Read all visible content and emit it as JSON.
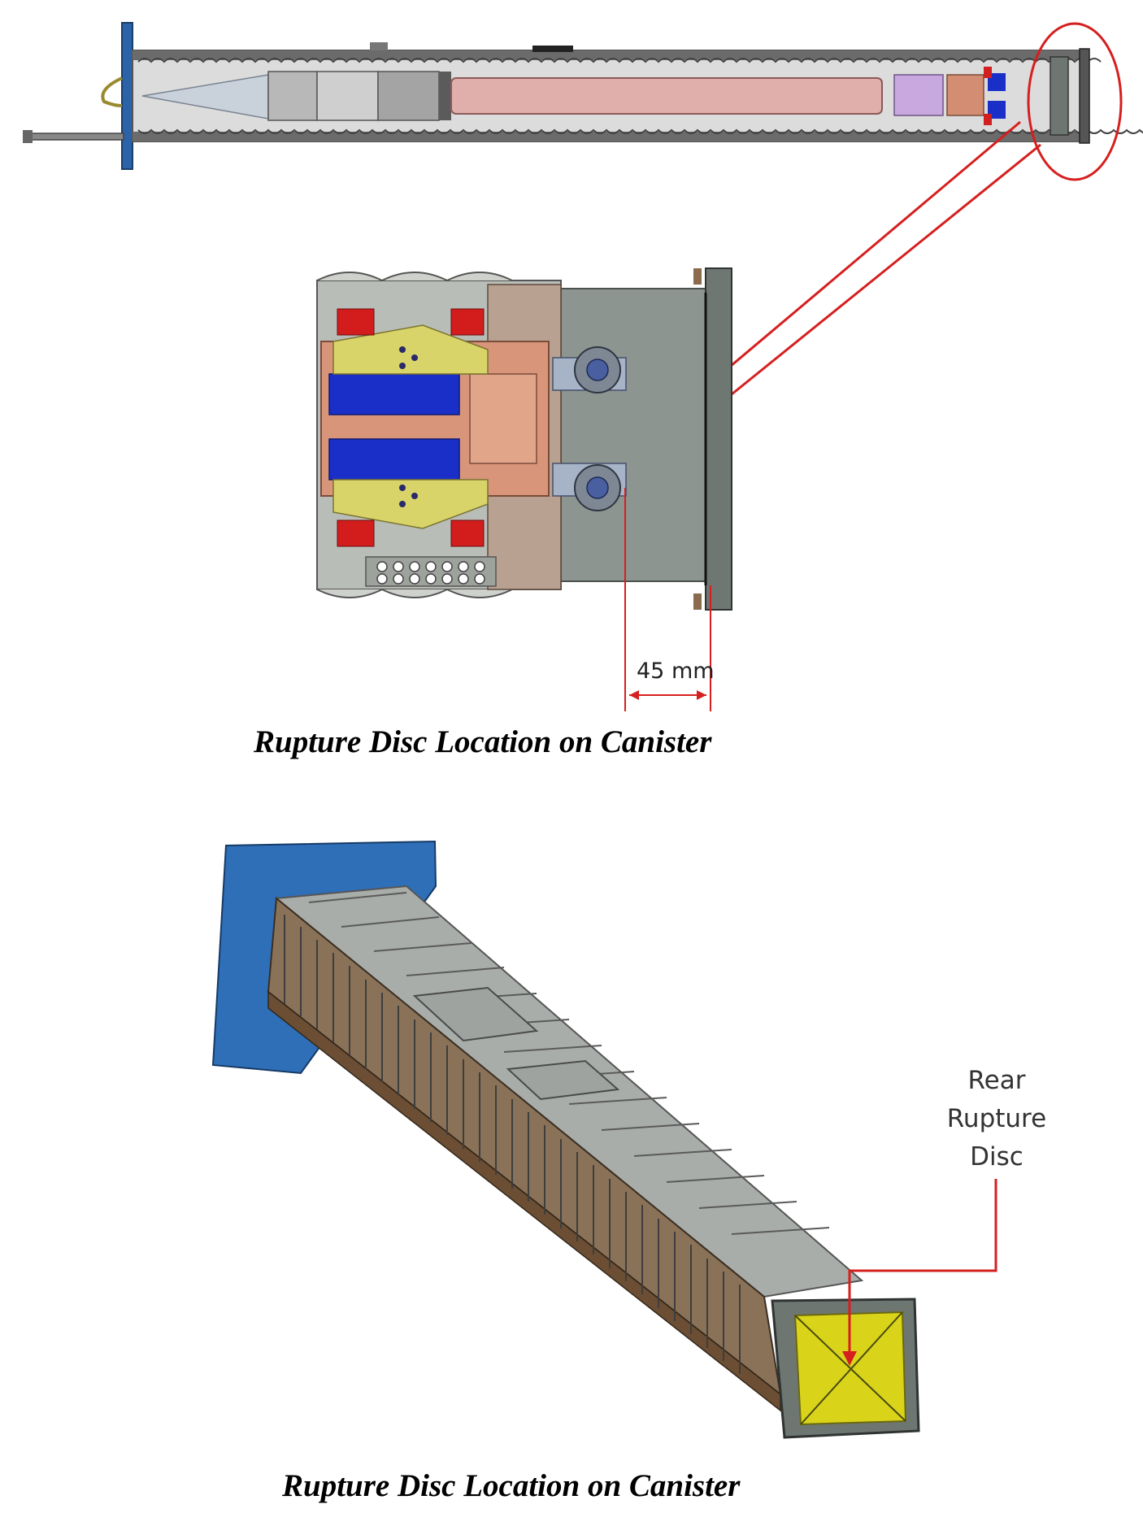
{
  "figure1": {
    "dimension_label": "45 mm",
    "caption": "Rupture Disc Location on Canister"
  },
  "figure2": {
    "callout_lines": [
      "Rear",
      "Rupture",
      "Disc"
    ],
    "caption": "Rupture Disc Location on Canister"
  },
  "colors": {
    "callout_red": "#d61f1f",
    "plate_blue": "#2e6fb8",
    "disc_yellow": "#d9d41a",
    "magnet_blue": "#1a2fc8",
    "copper": "#d8957a",
    "steel_gray": "#8d9591"
  }
}
